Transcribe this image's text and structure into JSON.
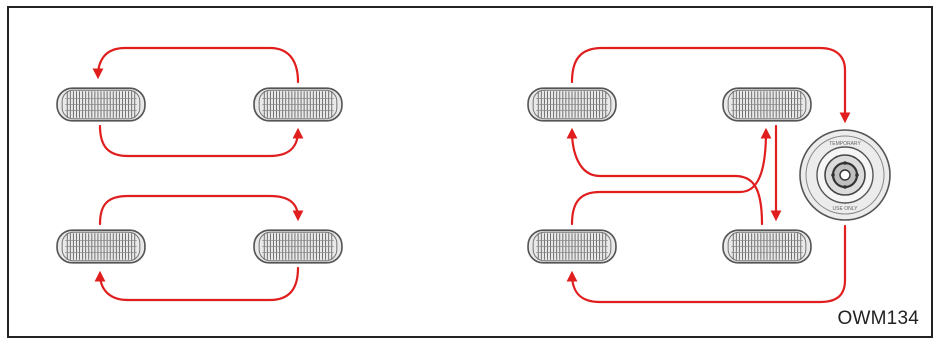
{
  "figure": {
    "code": "OWM134",
    "arrow_color": "#e01e1e",
    "tire_color": "#6f6f6f",
    "spare_label_top": "TEMPORARY",
    "spare_label_bottom": "USE ONLY"
  },
  "diagrams": [
    {
      "name": "4-wheel rotation",
      "wheels": 4,
      "spare": false
    },
    {
      "name": "5-wheel rotation",
      "wheels": 4,
      "spare": true
    }
  ]
}
